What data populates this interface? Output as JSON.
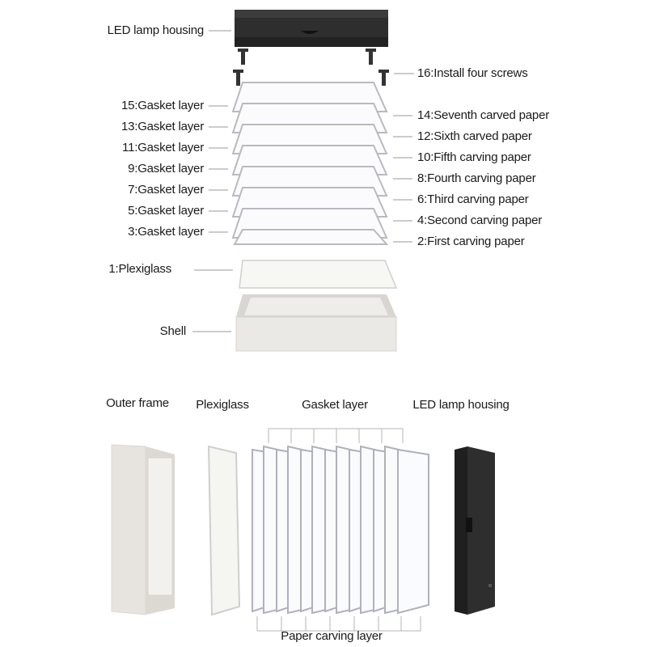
{
  "top": {
    "housing_label": "LED lamp housing",
    "screws_label": "16:Install four screws",
    "left_layers": [
      "15:Gasket layer",
      "13:Gasket layer",
      "11:Gasket layer",
      "9:Gasket layer",
      "7:Gasket layer",
      "5:Gasket layer",
      "3:Gasket layer"
    ],
    "right_layers": [
      "14:Seventh carved paper",
      "12:Sixth carved paper",
      "10:Fifth carving paper",
      "8:Fourth carving paper",
      "6:Third carving paper",
      "4:Second carving paper",
      "2:First carving paper"
    ],
    "plexiglass_label": "1:Plexiglass",
    "shell_label": "Shell"
  },
  "bottom": {
    "outer_frame_label": "Outer frame",
    "plexiglass_label": "Plexiglass",
    "gasket_label": "Gasket layer",
    "housing_label": "LED lamp housing",
    "paper_label": "Paper carving layer"
  },
  "colors": {
    "housing": "#2b2b2b",
    "shell": "#e9e7e3",
    "frame_edge": "#b9b9c2",
    "leader": "#9a9a9a"
  }
}
